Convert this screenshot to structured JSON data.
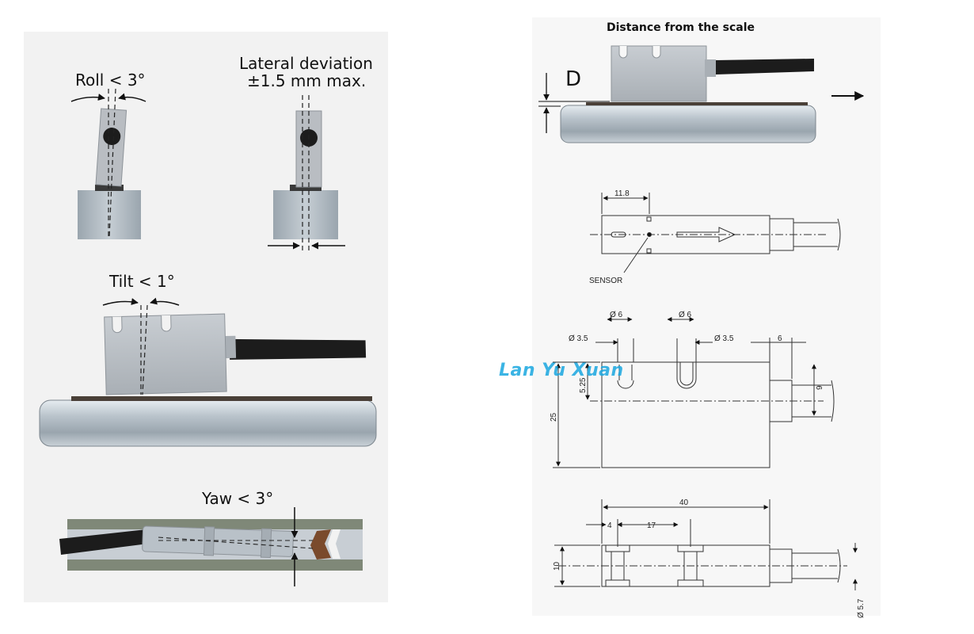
{
  "left": {
    "roll": {
      "label": "Roll  < 3°"
    },
    "lateral": {
      "line1": "Lateral deviation",
      "line2": "±1.5 mm max."
    },
    "tilt": {
      "label": "Tilt < 1°"
    },
    "yaw": {
      "label": "Yaw < 3°"
    }
  },
  "right": {
    "distance": {
      "title": "Distance from the scale",
      "d_label": "D"
    },
    "top_view": {
      "dim_11_8": "11.8",
      "sensor_label": "SENSOR"
    },
    "side_view": {
      "dia6_left": "Ø 6",
      "dia6_right": "Ø 6",
      "dia35_left": "Ø 3.5",
      "dia35_right": "Ø 3.5",
      "dim_6": "6",
      "dim_5_25": "5.25",
      "dim_9": "9",
      "dim_25": "25"
    },
    "bottom_view": {
      "dim_40": "40",
      "dim_4": "4",
      "dim_17": "17",
      "dim_10": "10",
      "dim_5_7": "Ø 5.7"
    }
  },
  "watermark": "Lan Yu Xuan",
  "colors": {
    "steel": "#b7bfc6",
    "sensor_gray": "#b9bdc2",
    "cable": "#1a1a1a",
    "watermark": "#1aa7e0"
  }
}
